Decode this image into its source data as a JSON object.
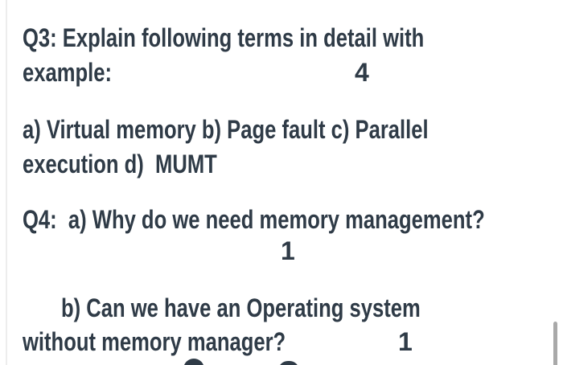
{
  "colors": {
    "background": "#ffffff",
    "text": "#2f3b47",
    "scrollbar": "#a9a9a9",
    "page_edge_line": "#ededed"
  },
  "doc": {
    "q3": {
      "line1": "Q3: Explain following terms in detail with",
      "line2": "example:",
      "marks": "4"
    },
    "q3_terms": {
      "line1": "a) Virtual memory b) Page fault c) Parallel",
      "line2": "execution d)  MUMT"
    },
    "q4": {
      "line1": "Q4:  a) Why do we need memory management?",
      "marks_a": "1",
      "line2_b": "b) Can we have an Operating system",
      "line3_b": "without memory manager?",
      "marks_b": "1"
    }
  }
}
